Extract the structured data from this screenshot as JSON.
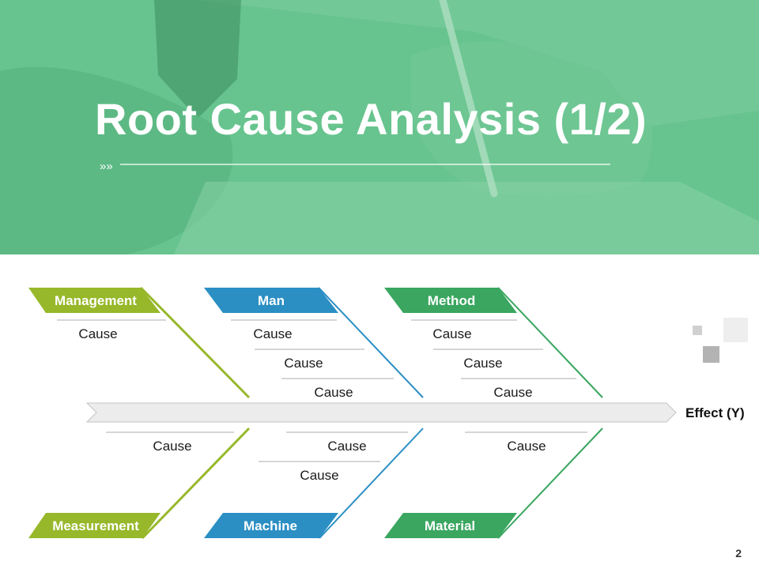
{
  "slide": {
    "title": "Root Cause Analysis (1/2)",
    "page_number": "2"
  },
  "colors": {
    "hero_overlay": "#5fbf86",
    "management": "#97b82a",
    "man": "#2b8fc4",
    "method": "#3aa660",
    "measurement": "#97b82a",
    "machine": "#2b8fc4",
    "material": "#3aa660",
    "spine": "#ececec",
    "line": "#c8c8c8"
  },
  "diagram": {
    "effect_label": "Effect (Y)",
    "top": [
      {
        "label": "Management",
        "causes": [
          "Cause"
        ]
      },
      {
        "label": "Man",
        "causes": [
          "Cause",
          "Cause",
          "Cause"
        ]
      },
      {
        "label": "Method",
        "causes": [
          "Cause",
          "Cause",
          "Cause"
        ]
      }
    ],
    "bottom": [
      {
        "label": "Measurement",
        "causes": [
          "Cause"
        ]
      },
      {
        "label": "Machine",
        "causes": [
          "Cause",
          "Cause"
        ]
      },
      {
        "label": "Material",
        "causes": [
          "Cause"
        ]
      }
    ]
  }
}
